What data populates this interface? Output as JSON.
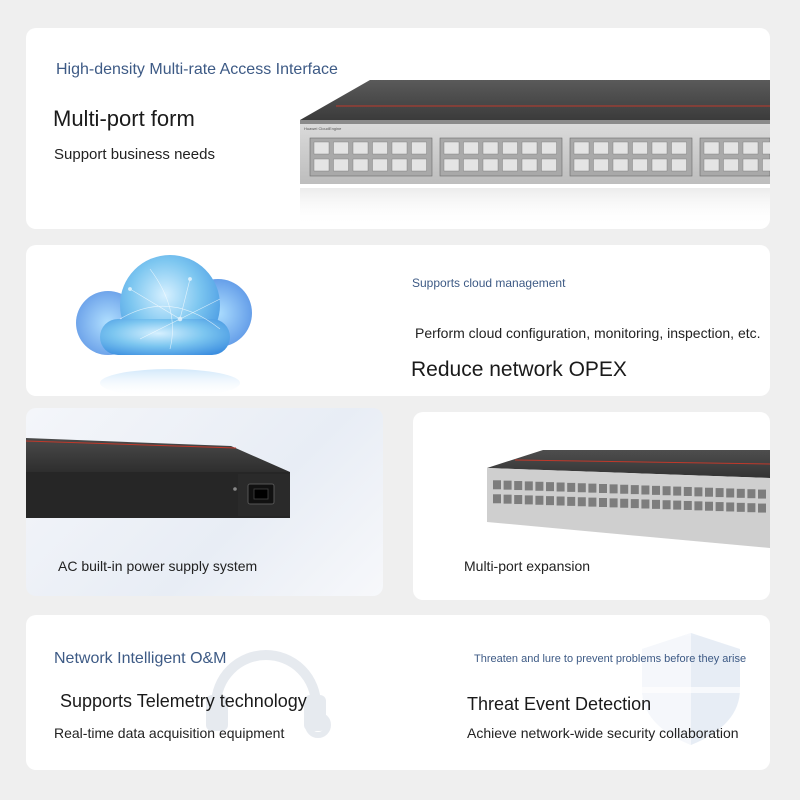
{
  "card1": {
    "kicker": "High-density Multi-rate Access Interface",
    "title": "Multi-port form",
    "subtitle": "Support business needs",
    "image_icon": "network-switch-front-icon",
    "switch_label": "Huawei CloudEngine"
  },
  "card2": {
    "kicker": "Supports cloud management",
    "body": "Perform cloud configuration, monitoring, inspection, etc.",
    "title": "Reduce network OPEX",
    "image_icon": "cloud-icon"
  },
  "card3": {
    "caption": "AC built-in power supply system",
    "image_icon": "switch-rear-power-icon"
  },
  "card4": {
    "caption": "Multi-port expansion",
    "image_icon": "network-switch-angled-icon"
  },
  "card5": {
    "left": {
      "kicker": "Network Intelligent O&M",
      "title": "Supports Telemetry technology",
      "body": "Real-time data acquisition equipment",
      "image_icon": "headset-watermark-icon"
    },
    "right": {
      "kicker": "Threaten and lure to prevent problems before they arise",
      "title": "Threat Event Detection",
      "body": "Achieve network-wide security collaboration",
      "image_icon": "shield-watermark-icon"
    }
  },
  "colors": {
    "accent_blue": "#3d5a85",
    "page_bg": "#efefef",
    "card_bg": "#ffffff",
    "switch_dark": "#3a3a3a",
    "switch_red_line": "#c0392b"
  }
}
